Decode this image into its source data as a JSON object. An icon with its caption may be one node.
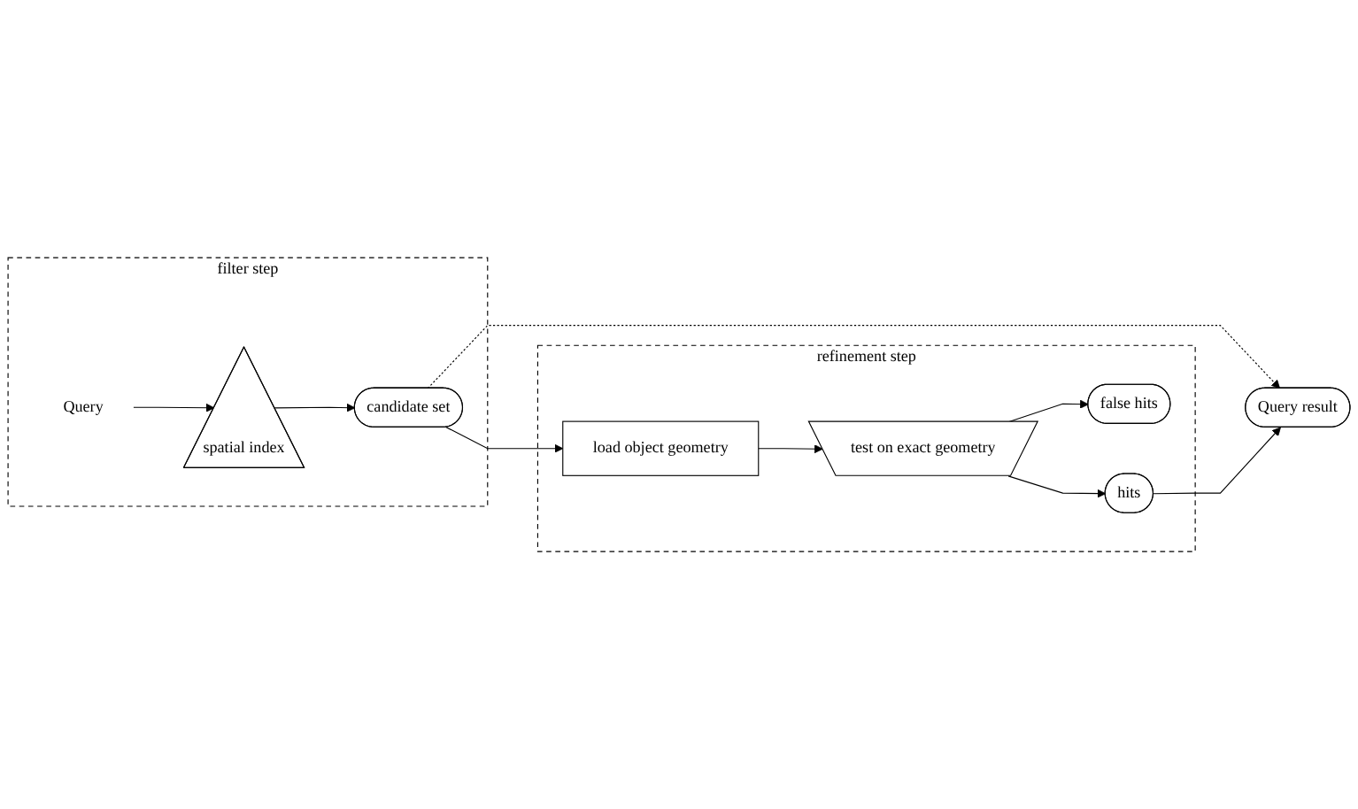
{
  "diagram": {
    "nodes": [
      {
        "text": [
          "filter step"
        ]
      },
      {
        "text": [
          "Query"
        ],
        "in": 0
      },
      {
        "text": [
          "spatial index"
        ],
        "in": 0
      },
      {
        "text": [
          "candidate set"
        ],
        "in": 0
      },
      {
        "text": [
          "refinement step"
        ]
      },
      {
        "text": [
          "load object geometry"
        ],
        "in": 4
      },
      {
        "text": [
          "test on exact geometry"
        ],
        "in": 4
      },
      {
        "text": [
          "false hits"
        ],
        "in": 4
      },
      {
        "text": [
          "hits"
        ],
        "in": 4
      },
      {
        "text": [
          "Query result"
        ]
      }
    ],
    "edges": [
      {
        "from": 1,
        "to": 2,
        "arrow": "to"
      },
      {
        "from": 2,
        "to": 3,
        "arrow": "to"
      },
      {
        "from": 3,
        "to": 5,
        "arrow": "to"
      },
      {
        "from": 5,
        "to": 6,
        "arrow": "to"
      },
      {
        "from": 6,
        "to": 7,
        "arrow": "to"
      },
      {
        "from": 6,
        "to": 8,
        "arrow": "to"
      },
      {
        "from": 3,
        "to": 9,
        "arrow": "to",
        "style": "dashed"
      },
      {
        "from": 8,
        "to": 9,
        "arrow": "to"
      }
    ]
  }
}
